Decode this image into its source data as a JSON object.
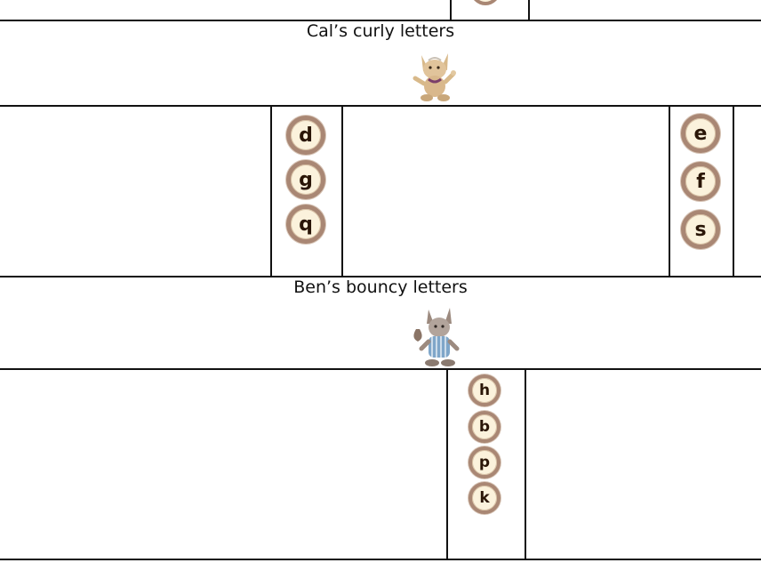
{
  "sections": [
    {
      "title": "Cal’s curly letters"
    },
    {
      "title": "Ben’s bouncy letters"
    }
  ],
  "cal_row": {
    "left_badges": [
      "d",
      "g",
      "q"
    ],
    "right_badges": [
      "e",
      "f",
      "s"
    ]
  },
  "ben_row": {
    "badges": [
      "h",
      "b",
      "p",
      "k"
    ]
  },
  "colors": {
    "badge_fill": "#fbf2dc",
    "badge_ring": "#a98774",
    "letter": "#2a1607",
    "cal_fur": "#d8b98a",
    "ben_fur": "#9c8a7f",
    "ben_shirt": "#7fa6c9"
  }
}
